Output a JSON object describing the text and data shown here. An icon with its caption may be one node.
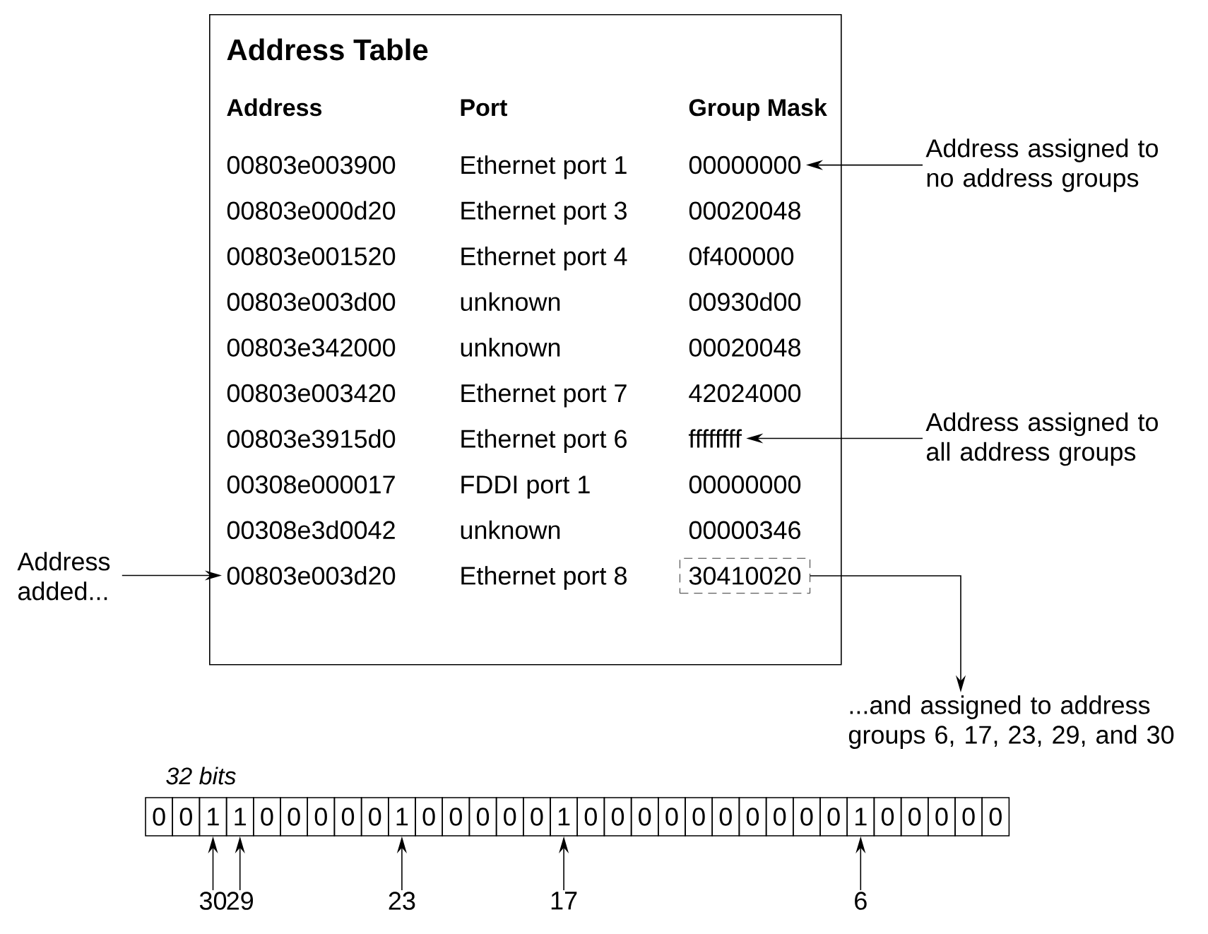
{
  "diagram": {
    "nodes": [
      {
        "text": [
          "Address Table"
        ]
      },
      {
        "text": [
          "Address"
        ],
        "in": 0
      },
      {
        "text": [
          "Port"
        ],
        "in": 0
      },
      {
        "text": [
          "Group Mask"
        ],
        "in": 0
      },
      {
        "text": [
          "00803e003900"
        ],
        "in": 0
      },
      {
        "text": [
          "Ethernet port 1"
        ],
        "in": 0
      },
      {
        "text": [
          "00000000"
        ],
        "in": 0
      },
      {
        "text": [
          "00803e000d20"
        ],
        "in": 0
      },
      {
        "text": [
          "Ethernet port 3"
        ],
        "in": 0
      },
      {
        "text": [
          "00020048"
        ],
        "in": 0
      },
      {
        "text": [
          "00803e001520"
        ],
        "in": 0
      },
      {
        "text": [
          "Ethernet port 4"
        ],
        "in": 0
      },
      {
        "text": [
          "0f400000"
        ],
        "in": 0
      },
      {
        "text": [
          "00803e003d00"
        ],
        "in": 0
      },
      {
        "text": [
          "unknown"
        ],
        "in": 0
      },
      {
        "text": [
          "00930d00"
        ],
        "in": 0
      },
      {
        "text": [
          "00803e342000"
        ],
        "in": 0
      },
      {
        "text": [
          "unknown"
        ],
        "in": 0
      },
      {
        "text": [
          "00020048"
        ],
        "in": 0
      },
      {
        "text": [
          "00803e003420"
        ],
        "in": 0
      },
      {
        "text": [
          "Ethernet port 7"
        ],
        "in": 0
      },
      {
        "text": [
          "42024000"
        ],
        "in": 0
      },
      {
        "text": [
          "00803e3915d0"
        ],
        "in": 0
      },
      {
        "text": [
          "Ethernet port 6"
        ],
        "in": 0
      },
      {
        "text": [
          "ffffffff"
        ],
        "in": 0
      },
      {
        "text": [
          "00308e000017"
        ],
        "in": 0
      },
      {
        "text": [
          "FDDI port 1"
        ],
        "in": 0
      },
      {
        "text": [
          "00000000"
        ],
        "in": 0
      },
      {
        "text": [
          "00308e3d0042"
        ],
        "in": 0
      },
      {
        "text": [
          "unknown"
        ],
        "in": 0
      },
      {
        "text": [
          "00000346"
        ],
        "in": 0
      },
      {
        "text": [
          "00803e003d20"
        ],
        "in": 0
      },
      {
        "text": [
          "Ethernet port 8"
        ],
        "in": 0
      },
      {
        "text": [
          "30410020"
        ],
        "in": 0
      },
      {
        "text": [
          "Address assigned to no address groups"
        ]
      },
      {
        "text": [
          "Address assigned to all address groups"
        ]
      },
      {
        "text": [
          "Address added..."
        ]
      },
      {
        "text": [
          "...and assigned to address groups 6, 17, 23, 29, and 30"
        ]
      },
      {
        "text": [
          "0"
        ]
      },
      {
        "text": [
          "0"
        ]
      },
      {
        "text": [
          "1"
        ]
      },
      {
        "text": [
          "1"
        ]
      },
      {
        "text": [
          "0"
        ]
      },
      {
        "text": [
          "0"
        ]
      },
      {
        "text": [
          "0"
        ]
      },
      {
        "text": [
          "0"
        ]
      },
      {
        "text": [
          "0"
        ]
      },
      {
        "text": [
          "1"
        ]
      },
      {
        "text": [
          "0"
        ]
      },
      {
        "text": [
          "0"
        ]
      },
      {
        "text": [
          "0"
        ]
      },
      {
        "text": [
          "0"
        ]
      },
      {
        "text": [
          "0"
        ]
      },
      {
        "text": [
          "1"
        ]
      },
      {
        "text": [
          "0"
        ]
      },
      {
        "text": [
          "0"
        ]
      },
      {
        "text": [
          "0"
        ]
      },
      {
        "text": [
          "0"
        ]
      },
      {
        "text": [
          "0"
        ]
      },
      {
        "text": [
          "0"
        ]
      },
      {
        "text": [
          "0"
        ]
      },
      {
        "text": [
          "0"
        ]
      },
      {
        "text": [
          "0"
        ]
      },
      {
        "text": [
          "0"
        ]
      },
      {
        "text": [
          "1"
        ]
      },
      {
        "text": [
          "0"
        ]
      },
      {
        "text": [
          "0"
        ]
      },
      {
        "text": [
          "0"
        ]
      },
      {
        "text": [
          "0"
        ]
      },
      {
        "text": [
          "0"
        ]
      },
      {
        "text": [
          "30"
        ]
      },
      {
        "text": [
          "29"
        ]
      },
      {
        "text": [
          "23"
        ]
      },
      {
        "text": [
          "17"
        ]
      },
      {
        "text": [
          "6"
        ]
      }
    ],
    "edges": [
      {
        "from": 34,
        "to": 6,
        "arrow": "to"
      },
      {
        "from": 35,
        "to": 24,
        "arrow": "to"
      },
      {
        "from": 36,
        "to": 31,
        "arrow": "to"
      },
      {
        "from": 33,
        "to": 37,
        "arrow": "to"
      },
      {
        "from": 70,
        "to": 40,
        "arrow": "to"
      },
      {
        "from": 71,
        "to": 41,
        "arrow": "to"
      },
      {
        "from": 72,
        "to": 47,
        "arrow": "to"
      },
      {
        "from": 73,
        "to": 53,
        "arrow": "to"
      },
      {
        "from": 74,
        "to": 64,
        "arrow": "to"
      }
    ],
    "labels": [
      "32 bits"
    ]
  }
}
